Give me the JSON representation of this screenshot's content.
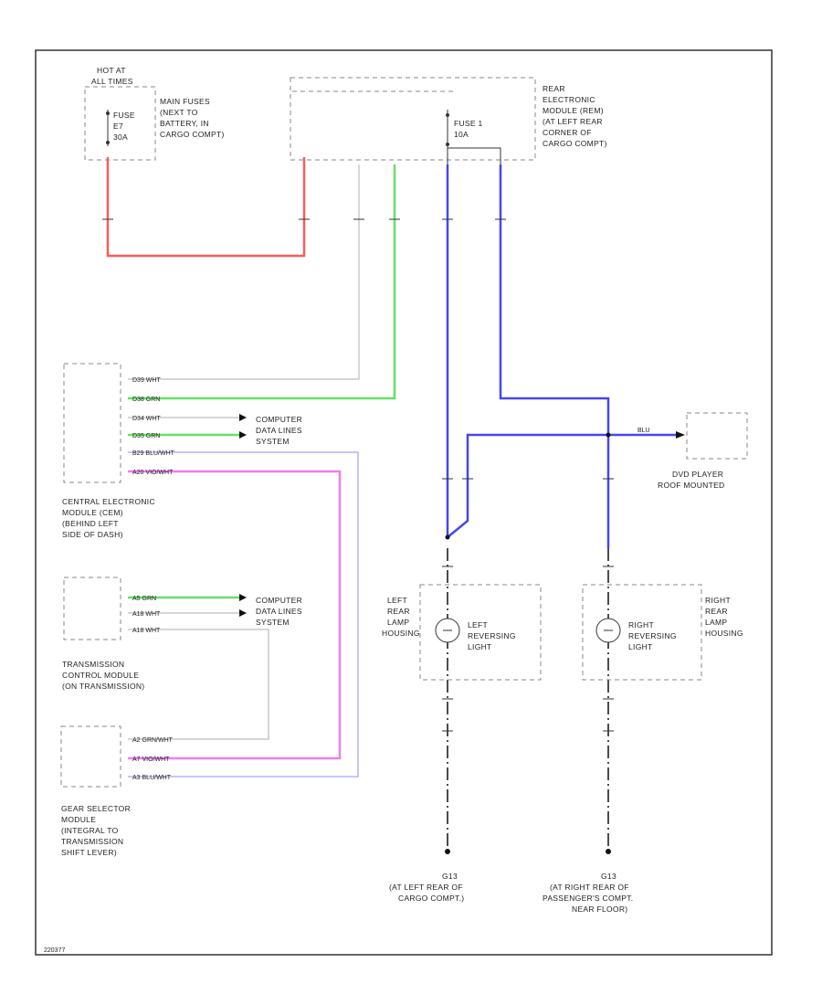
{
  "labels": {
    "hot_at_all_times": [
      "HOT AT",
      "ALL TIMES"
    ],
    "main_fuses": [
      "MAIN FUSES",
      "(NEXT TO",
      "BATTERY, IN",
      "CARGO COMPT)"
    ],
    "fuse_left": [
      "FUSE",
      "E7",
      "30A"
    ],
    "rem": [
      "REAR",
      "ELECTRONIC",
      "MODULE (REM)",
      "(AT LEFT REAR",
      "CORNER OF",
      "CARGO COMPT)"
    ],
    "fuse_rem": [
      "FUSE 1",
      "10A"
    ],
    "cem": [
      "CENTRAL ELECTRONIC",
      "MODULE (CEM)",
      "(BEHIND LEFT",
      "SIDE OF DASH)"
    ],
    "cdls_1": [
      "COMPUTER",
      "DATA LINES",
      "SYSTEM"
    ],
    "cdls_2": [
      "COMPUTER",
      "DATA LINES",
      "SYSTEM"
    ],
    "tcm": [
      "TRANSMISSION",
      "CONTROL MODULE",
      "(ON TRANSMISSION)"
    ],
    "gsm": [
      "GEAR SELECTOR",
      "MODULE",
      "(INTEGRAL TO",
      "TRANSMISSION",
      "SHIFT LEVER)"
    ],
    "dvd": [
      "DVD PLAYER",
      "ROOF MOUNTED"
    ],
    "left_housing": [
      "LEFT",
      "REAR",
      "LAMP",
      "HOUSING"
    ],
    "left_light": [
      "LEFT",
      "REVERSING",
      "LIGHT"
    ],
    "right_housing": [
      "RIGHT",
      "REAR",
      "LAMP",
      "HOUSING"
    ],
    "right_light": [
      "RIGHT",
      "REVERSING",
      "LIGHT"
    ],
    "g13_left": [
      "G13",
      "(AT LEFT REAR OF",
      "CARGO COMPT.)"
    ],
    "g13_right": [
      "G13",
      "(AT RIGHT REAR OF",
      "PASSENGER'S COMPT.",
      "NEAR FLOOR)"
    ],
    "figure_number": "220377"
  },
  "pins": {
    "cem": [
      "D39  WHT",
      "D38  GRN",
      "D34  WHT",
      "D35  GRN",
      "B29  BLU/WHT",
      "A20  VIO/WHT"
    ],
    "tcm": [
      "A5   GRN",
      "A18  WHT",
      "A18  WHT"
    ],
    "gsm": [
      "A2  GRN/WHT",
      "A7  VIO/WHT",
      "A3  BLU/WHT"
    ]
  },
  "wire_labels": {
    "dvd_feed": "BLU"
  },
  "colors": {
    "red": "#ff5a5a",
    "green": "#66e066",
    "blue": "#4646f0",
    "light_blue": "#b4b4ff",
    "violet": "#f07cf0",
    "gray": "#c8c8c8",
    "black": "#111111"
  }
}
